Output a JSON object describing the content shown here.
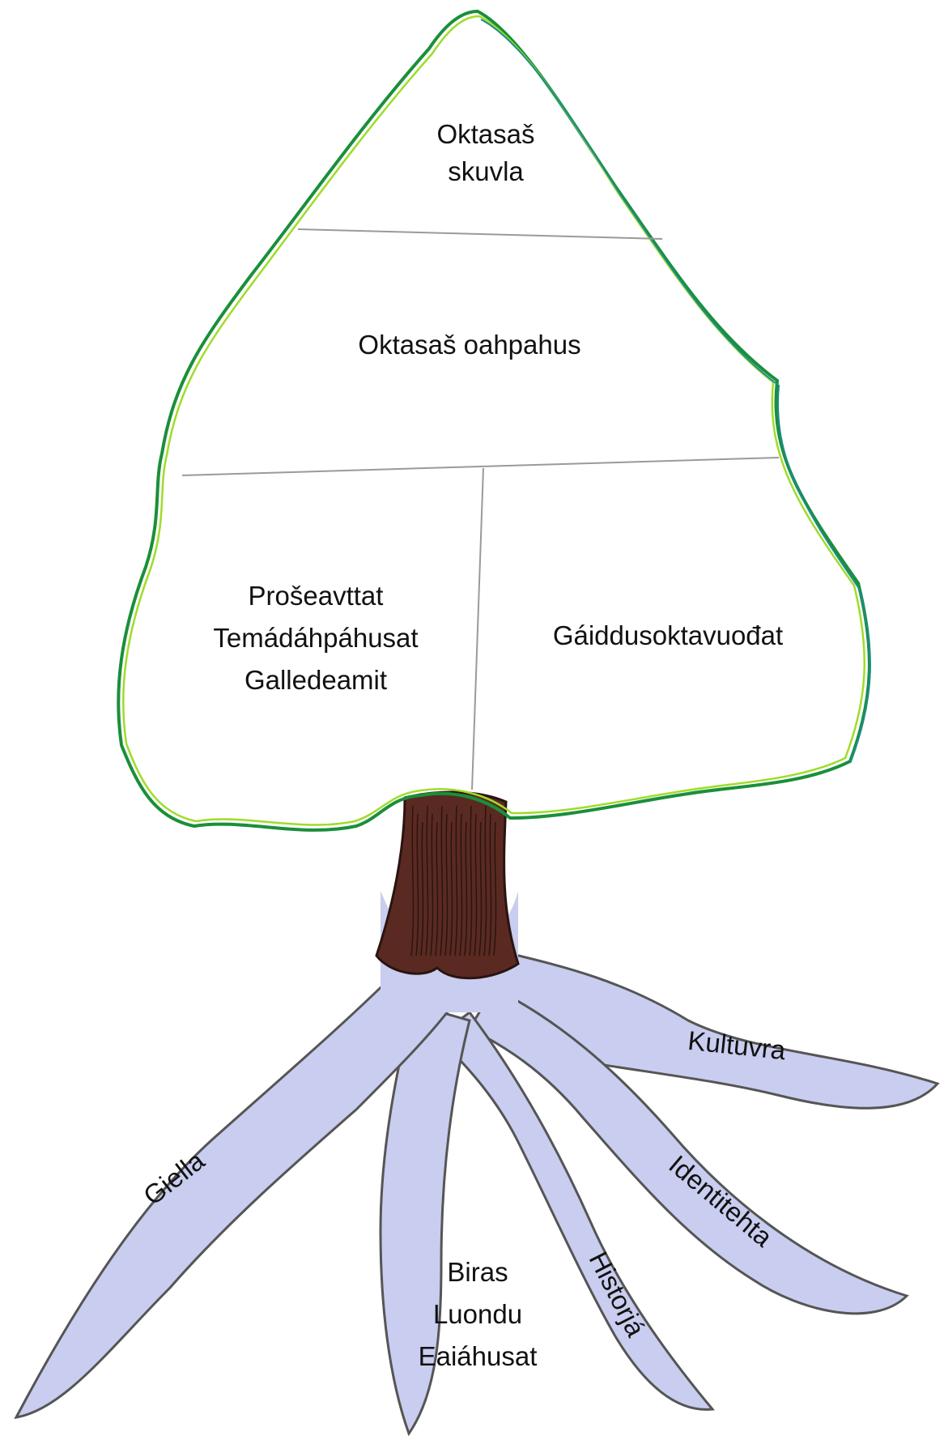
{
  "crown": {
    "top": [
      "Oktasaš",
      "skuvla"
    ],
    "middle": "Oktasaš oahpahus",
    "left": [
      "Prošeavttat",
      "Temádáhpáhusat",
      "Galledeamit"
    ],
    "right": "Gáiddusoktavuođat"
  },
  "roots": {
    "kultuvra": "Kultuvra",
    "identitehta": "Identitehta",
    "historja": "Historjá",
    "center": [
      "Biras",
      "Luondu",
      "Eaiáhusat"
    ],
    "giella": "Giella"
  },
  "colors": {
    "crown_outline_outer": "#1a8f3a",
    "crown_outline_inner": "#9fdc2a",
    "crown_outline_teal": "#1b8c8c",
    "divider": "#9a9a9a",
    "trunk": "#5a2a22",
    "trunk_stroke": "#2a1410",
    "roots_fill": "#c9cdef",
    "roots_stroke": "#555555"
  }
}
